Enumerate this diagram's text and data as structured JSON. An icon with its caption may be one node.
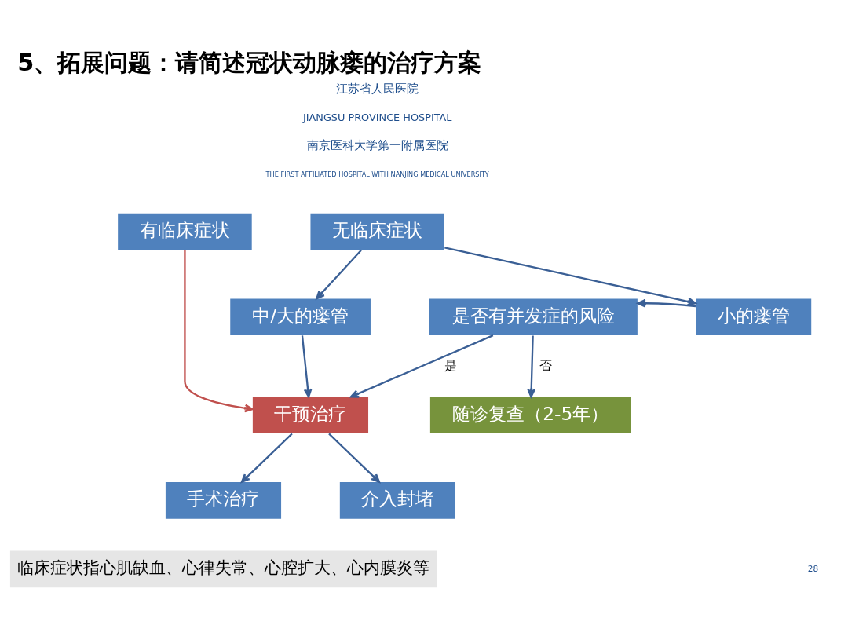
{
  "diagram": {
    "title": "5、拓展问题：请简述冠状动脉瘘的治疗方案",
    "caption": "临床症状指心肌缺血、心律失常、心腔扩大、心内膜炎等",
    "nodes": [
      {
        "text": [
          "有临床症状"
        ]
      },
      {
        "text": [
          "无临床症状"
        ]
      },
      {
        "text": [
          "中/大的瘘管"
        ]
      },
      {
        "text": [
          "是否有并发症的风险"
        ]
      },
      {
        "text": [
          "小的瘘管"
        ]
      },
      {
        "text": [
          "干预治疗"
        ]
      },
      {
        "text": [
          "随诊复查（2-5年）"
        ]
      },
      {
        "text": [
          "手术治疗"
        ]
      },
      {
        "text": [
          "介入封堵"
        ]
      }
    ],
    "edges": [
      {
        "from": 0,
        "to": 5,
        "arrow": "to",
        "color": "#c0504d"
      },
      {
        "from": 1,
        "to": 2,
        "arrow": "to"
      },
      {
        "from": 1,
        "to": 4,
        "arrow": "to"
      },
      {
        "from": 4,
        "to": 3,
        "arrow": "to"
      },
      {
        "from": 2,
        "to": 5,
        "arrow": "to"
      },
      {
        "from": 3,
        "to": 5,
        "arrow": "to",
        "label": "是"
      },
      {
        "from": 3,
        "to": 6,
        "arrow": "to",
        "label": "否"
      },
      {
        "from": 5,
        "to": 7,
        "arrow": "to"
      },
      {
        "from": 5,
        "to": 8,
        "arrow": "to"
      }
    ],
    "labels": [
      "江苏省人民医院",
      "JIANGSU PROVINCE HOSPITAL",
      "南京医科大学第一附属医院",
      "THE FIRST AFFILIATED HOSPITAL WITH NANJING MEDICAL UNIVERSITY",
      "28"
    ]
  }
}
